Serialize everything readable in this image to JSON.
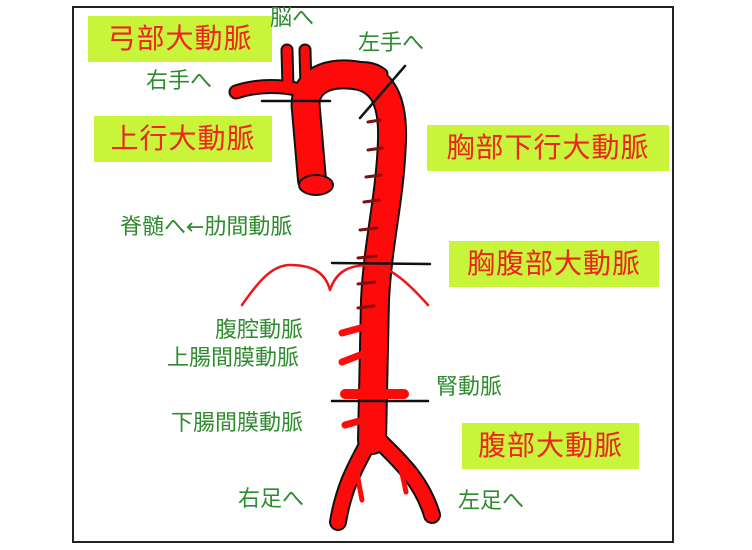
{
  "sections": {
    "arch": "弓部大動脈",
    "ascending": "上行大動脈",
    "thoracic_descending": "胸部下行大動脈",
    "thoracoabdominal": "胸腹部大動脈",
    "abdominal": "腹部大動脈"
  },
  "branches": {
    "brain": "脳へ",
    "left_arm": "左手へ",
    "right_arm": "右手へ",
    "intercostal": "脊髄へ←肋間動脈",
    "celiac": "腹腔動脈",
    "sma": "上腸間膜動脈",
    "renal": "腎動脈",
    "ima": "下腸間膜動脈",
    "right_leg": "右足へ",
    "left_leg": "左足へ"
  },
  "colors": {
    "vessel": "#ff0a0a",
    "label_bg": "#c8f53a",
    "section_text": "#f0231e",
    "branch_text": "#2e8b2e"
  }
}
